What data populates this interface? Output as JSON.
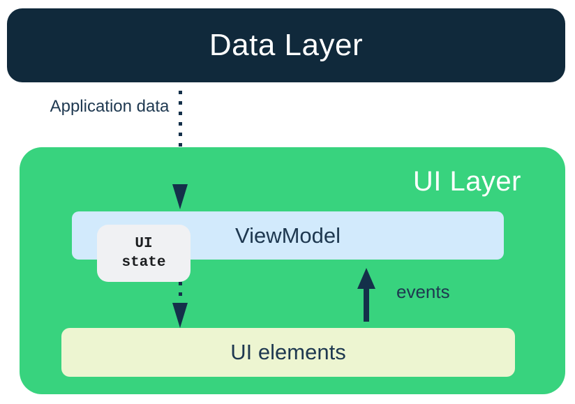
{
  "data_layer": {
    "label": "Data Layer"
  },
  "flows": {
    "application_data_label": "Application data",
    "events_label": "events"
  },
  "ui_layer": {
    "label": "UI Layer",
    "viewmodel_label": "ViewModel",
    "ui_state_label": "UI state",
    "ui_elements_label": "UI elements"
  },
  "icons": {
    "application_data_arrow": "dotted-arrow-down-icon",
    "ui_state_arrow": "dotted-arrow-down-icon",
    "events_arrow": "solid-arrow-up-icon"
  },
  "colors": {
    "navy": "#10293B",
    "arrow_navy": "#14304A",
    "text_navy": "#1E3850",
    "green": "#38D37E",
    "light_blue": "#D2EAFC",
    "cream": "#EDF5D1",
    "light_gray": "#F0F1F3",
    "white": "#FFFFFF"
  }
}
